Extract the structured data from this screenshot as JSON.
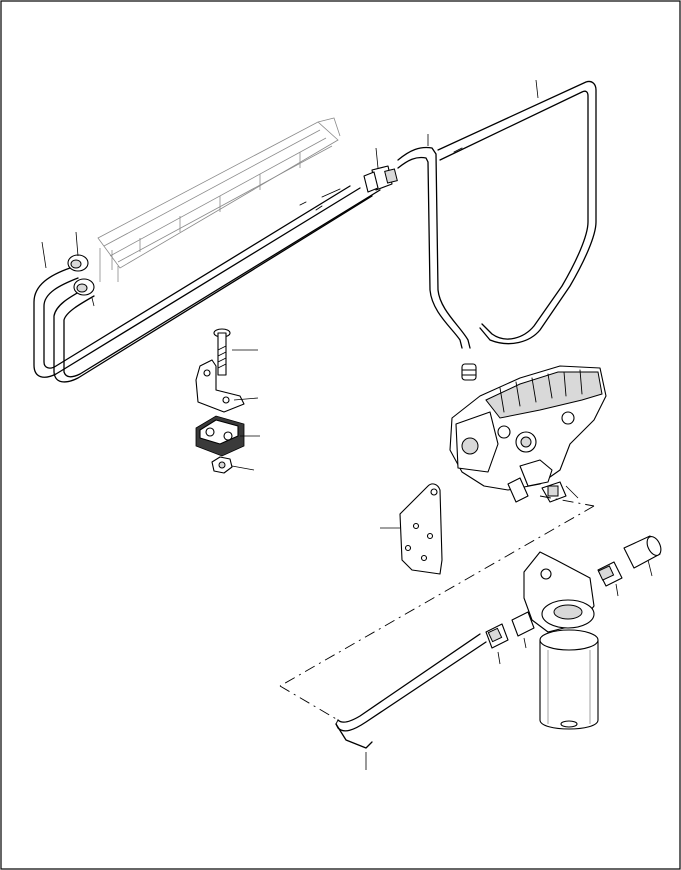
{
  "diagram": {
    "kind": "exploded-parts-view",
    "border_color": "#000000",
    "background_color": "#ffffff",
    "line_color": "#000000",
    "ghost_line_color": "#8a8a8a",
    "components": [
      {
        "id": "fuel-line-long-left",
        "label": ""
      },
      {
        "id": "fuel-line-right-return",
        "label": ""
      },
      {
        "id": "fuel-line-lower",
        "label": ""
      },
      {
        "id": "banjo-fitting-upper",
        "label": ""
      },
      {
        "id": "banjo-fitting-lower",
        "label": ""
      },
      {
        "id": "banjo-fitting-right",
        "label": ""
      },
      {
        "id": "bolt",
        "label": ""
      },
      {
        "id": "clamp-bracket",
        "label": ""
      },
      {
        "id": "pipe-clamp-block",
        "label": ""
      },
      {
        "id": "hex-nut",
        "label": ""
      },
      {
        "id": "mounting-plate",
        "label": ""
      },
      {
        "id": "injection-pump",
        "label": ""
      },
      {
        "id": "fuel-filter-assembly",
        "label": ""
      },
      {
        "id": "filter-fittings",
        "label": ""
      },
      {
        "id": "engine-rail-ghost",
        "label": ""
      }
    ],
    "callout_count": 14
  }
}
